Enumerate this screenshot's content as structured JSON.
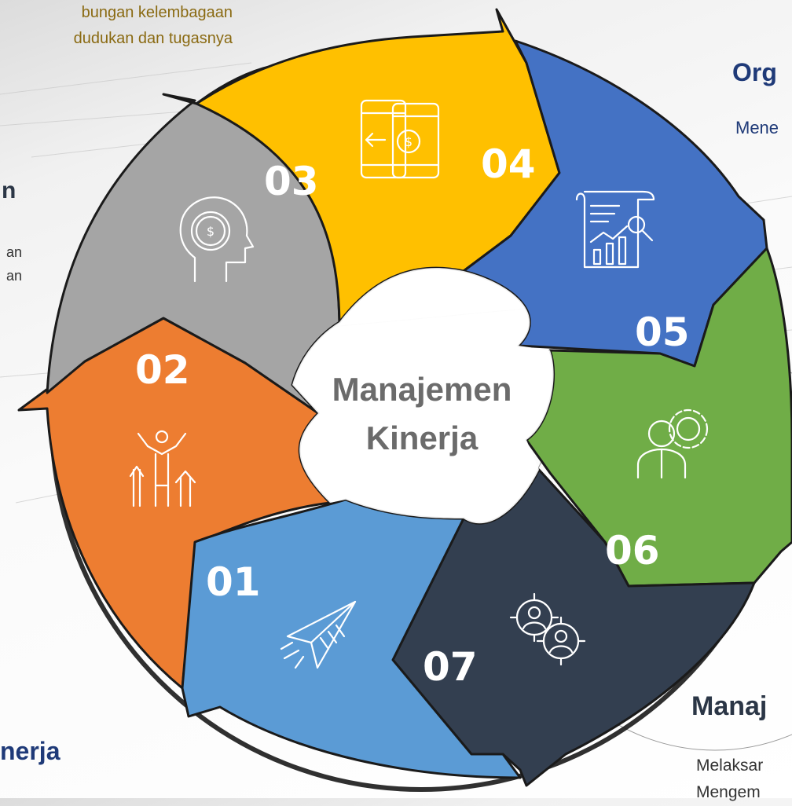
{
  "left_intro": {
    "line1": "bungan  kelembagaan",
    "line2": "dudukan dan tugasnya"
  },
  "left_heading": "n",
  "left_text": {
    "line1": "an",
    "line2": "an"
  },
  "left_bottom_heading": "nerja",
  "right_top_heading": "Org",
  "right_top_text": "Mene",
  "right_bottom_heading": "Manaj",
  "right_bottom_text": {
    "line1": "Melaksar",
    "line2": "Mengem"
  },
  "center": {
    "line1": "Manajemen",
    "line2": "Kinerja"
  },
  "steps": [
    {
      "number": "01",
      "color": "#5b9bd5",
      "icon": "paper-plane-icon"
    },
    {
      "number": "02",
      "color": "#ed7d31",
      "icon": "person-growth-arrows-icon"
    },
    {
      "number": "03",
      "color": "#a5a5a5",
      "icon": "head-dollar-icon"
    },
    {
      "number": "04",
      "color": "#ffc000",
      "icon": "phone-money-transfer-icon"
    },
    {
      "number": "05",
      "color": "#4472c4",
      "icon": "report-analytics-icon"
    },
    {
      "number": "06",
      "color": "#70ad47",
      "icon": "team-gear-icon"
    },
    {
      "number": "07",
      "color": "#333f50",
      "icon": "people-target-icon"
    }
  ]
}
